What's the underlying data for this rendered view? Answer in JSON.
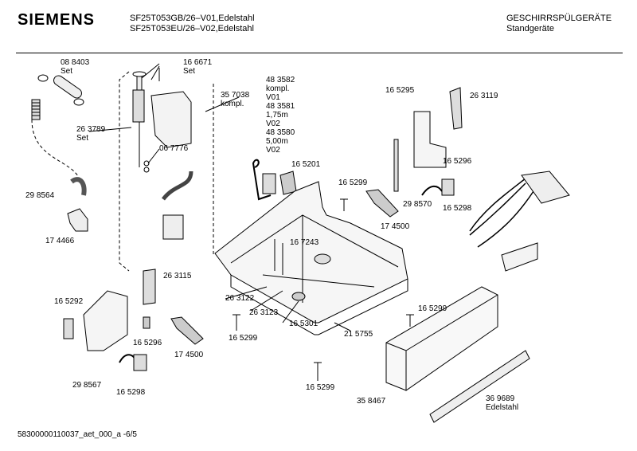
{
  "header": {
    "brand": "SIEMENS",
    "models": [
      "SF25T053GB/26–V01,Edelstahl",
      "SF25T053EU/26–V02,Edelstahl"
    ],
    "category": [
      "GESCHIRRSPÜLGERÄTE",
      "Standgeräte"
    ]
  },
  "labels": {
    "p088403": [
      "08 8403",
      "Set"
    ],
    "p166671": [
      "16 6671",
      "Set"
    ],
    "p357038": [
      "35 7038",
      "kompl."
    ],
    "p263789": [
      "26 3789",
      "Set"
    ],
    "p067776": [
      "06 7776"
    ],
    "p298564": [
      "29 8564"
    ],
    "p174466": [
      "17 4466"
    ],
    "p483582": [
      "48 3582",
      "kompl.",
      "V01",
      "48 3581",
      "1,75m",
      "V02",
      "48 3580",
      "5,00m",
      "V02"
    ],
    "p165201": [
      "16 5201"
    ],
    "p165295": [
      "16 5295"
    ],
    "p263119": [
      "26 3119"
    ],
    "p165296a": [
      "16 5296"
    ],
    "p165299a": [
      "16 5299"
    ],
    "p174500a": [
      "17 4500"
    ],
    "p298570": [
      "29 8570"
    ],
    "p165298a": [
      "16 5298"
    ],
    "p167243": [
      "16 7243"
    ],
    "p263115": [
      "26 3115"
    ],
    "p165292": [
      "16 5292"
    ],
    "p165296b": [
      "16 5296"
    ],
    "p174500b": [
      "17 4500"
    ],
    "p298567": [
      "29 8567"
    ],
    "p165298b": [
      "16 5298"
    ],
    "p263122": [
      "26 3122"
    ],
    "p263123": [
      "26 3123"
    ],
    "p165301": [
      "16 5301"
    ],
    "p165299b": [
      "16 5299"
    ],
    "p215755": [
      "21 5755"
    ],
    "p165299c": [
      "16 5299"
    ],
    "p165299d": [
      "16 5299"
    ],
    "p358467": [
      "35 8467"
    ],
    "p369689": [
      "36 9689",
      "Edelstahl"
    ]
  },
  "footer": "58300000110037_aet_000_a   -6/5"
}
